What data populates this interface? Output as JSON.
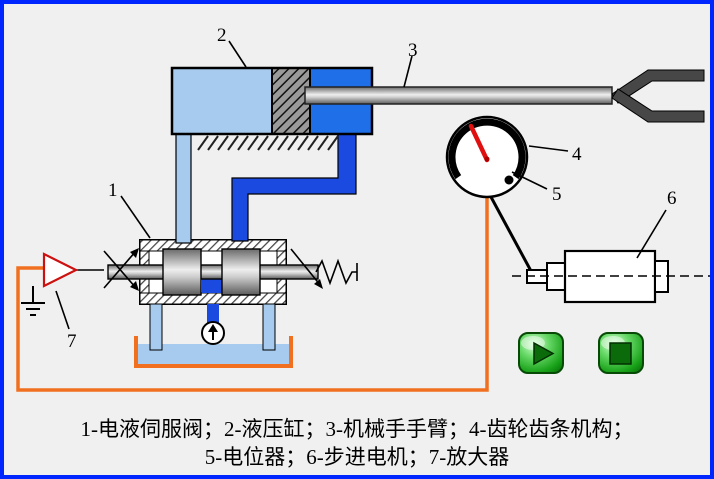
{
  "diagram": {
    "labels": {
      "n1": "1",
      "n2": "2",
      "n3": "3",
      "n4": "4",
      "n5": "5",
      "n6": "6",
      "n7": "7"
    }
  },
  "caption": {
    "line1": "1-电液伺服阀；2-液压缸；3-机械手手臂；4-齿轮齿条机构；",
    "line2": "5-电位器；6-步进电机；7-放大器"
  },
  "colors": {
    "frame_border": "#0026ff",
    "background": "#f0f0f0",
    "fluid_light": "#a6cbee",
    "fluid_dark": "#1a4ae0",
    "feedback_wire_orange": "#f07020",
    "needle_red": "#e01010",
    "amplifier_red": "#cc1111",
    "button_green": "#17a017"
  },
  "icons": {
    "play": "play-icon",
    "stop": "stop-icon"
  }
}
